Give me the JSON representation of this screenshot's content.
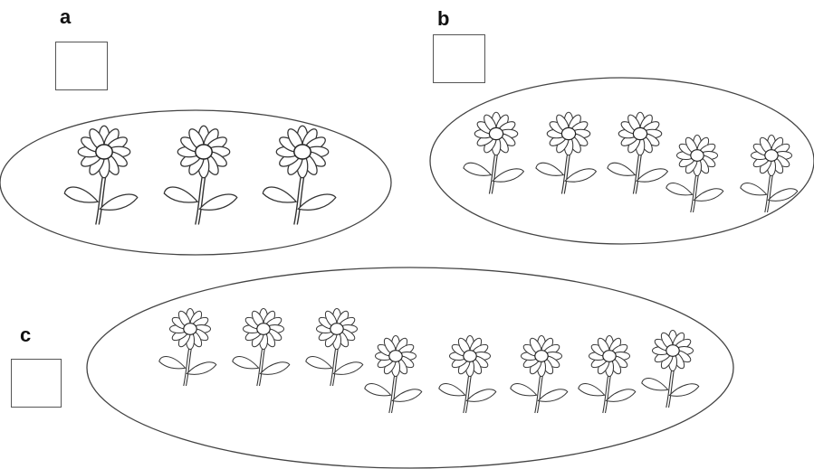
{
  "groups": [
    {
      "label": "a",
      "flower_count": 3,
      "answer": ""
    },
    {
      "label": "b",
      "flower_count": 5,
      "answer": ""
    },
    {
      "label": "c",
      "flower_count": 8,
      "answer": ""
    }
  ],
  "icons": {
    "flower": "daisy-flower-icon"
  },
  "colors": {
    "line": "#333333",
    "background": "#ffffff"
  }
}
